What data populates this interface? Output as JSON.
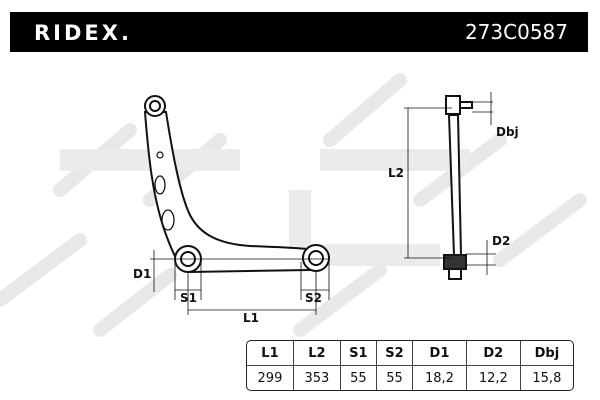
{
  "header": {
    "brand": "RIDEX.",
    "part_number": "273C0587"
  },
  "diagram": {
    "labels": {
      "d1": "D1",
      "s1": "S1",
      "s2": "S2",
      "l1": "L1",
      "l2": "L2",
      "dbj": "Dbj",
      "d2": "D2"
    }
  },
  "spec_table": {
    "headers": [
      "L1",
      "L2",
      "S1",
      "S2",
      "D1",
      "D2",
      "Dbj"
    ],
    "values": [
      "299",
      "353",
      "55",
      "55",
      "18,2",
      "12,2",
      "15,8"
    ]
  },
  "colors": {
    "header_bg": "#000000",
    "header_text": "#ffffff",
    "line": "#111111",
    "watermark": "#e6e6e6"
  }
}
